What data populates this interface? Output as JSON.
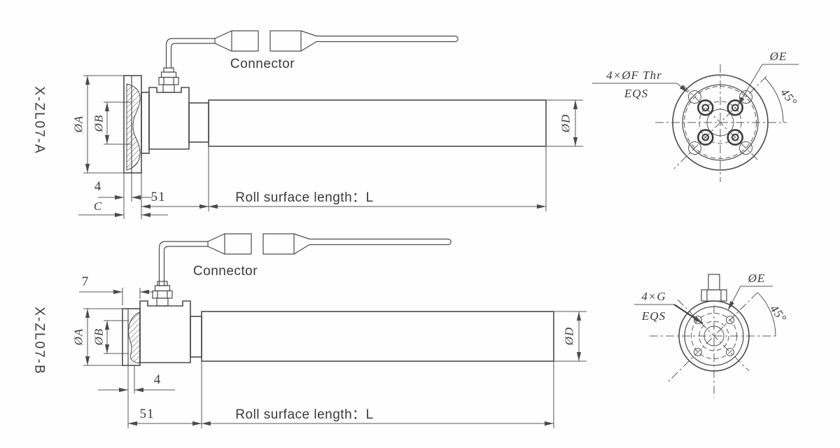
{
  "colors": {
    "line": "#4b4b4b",
    "text": "#3a3a3a",
    "background": "#ffffff"
  },
  "a": {
    "part_label": "X-ZL07-A",
    "connector": "Connector",
    "dim_flange_dia": "ØA",
    "dim_bore_dia": "ØB",
    "dim_roll_dia": "ØD",
    "dim_step": "4",
    "dim_flange_thickness": "C",
    "dim_housing_len": "51",
    "dim_roll_len": "Roll surface length：L",
    "end_holes_line1": "4×ØF Thr",
    "end_holes_line2": "EQS",
    "end_pin_dia": "ØE",
    "end_angle": "45°"
  },
  "b": {
    "part_label": "X-ZL07-B",
    "connector": "Connector",
    "dim_disc_offset": "7",
    "dim_flange_dia": "ØA",
    "dim_bore_dia": "ØB",
    "dim_roll_dia": "ØD",
    "dim_step": "4",
    "dim_housing_len": "51",
    "dim_roll_len": "Roll surface length：L",
    "end_holes_line1": "4×G",
    "end_holes_line2": "EQS",
    "end_pin_dia": "ØE",
    "end_angle": "45°"
  }
}
